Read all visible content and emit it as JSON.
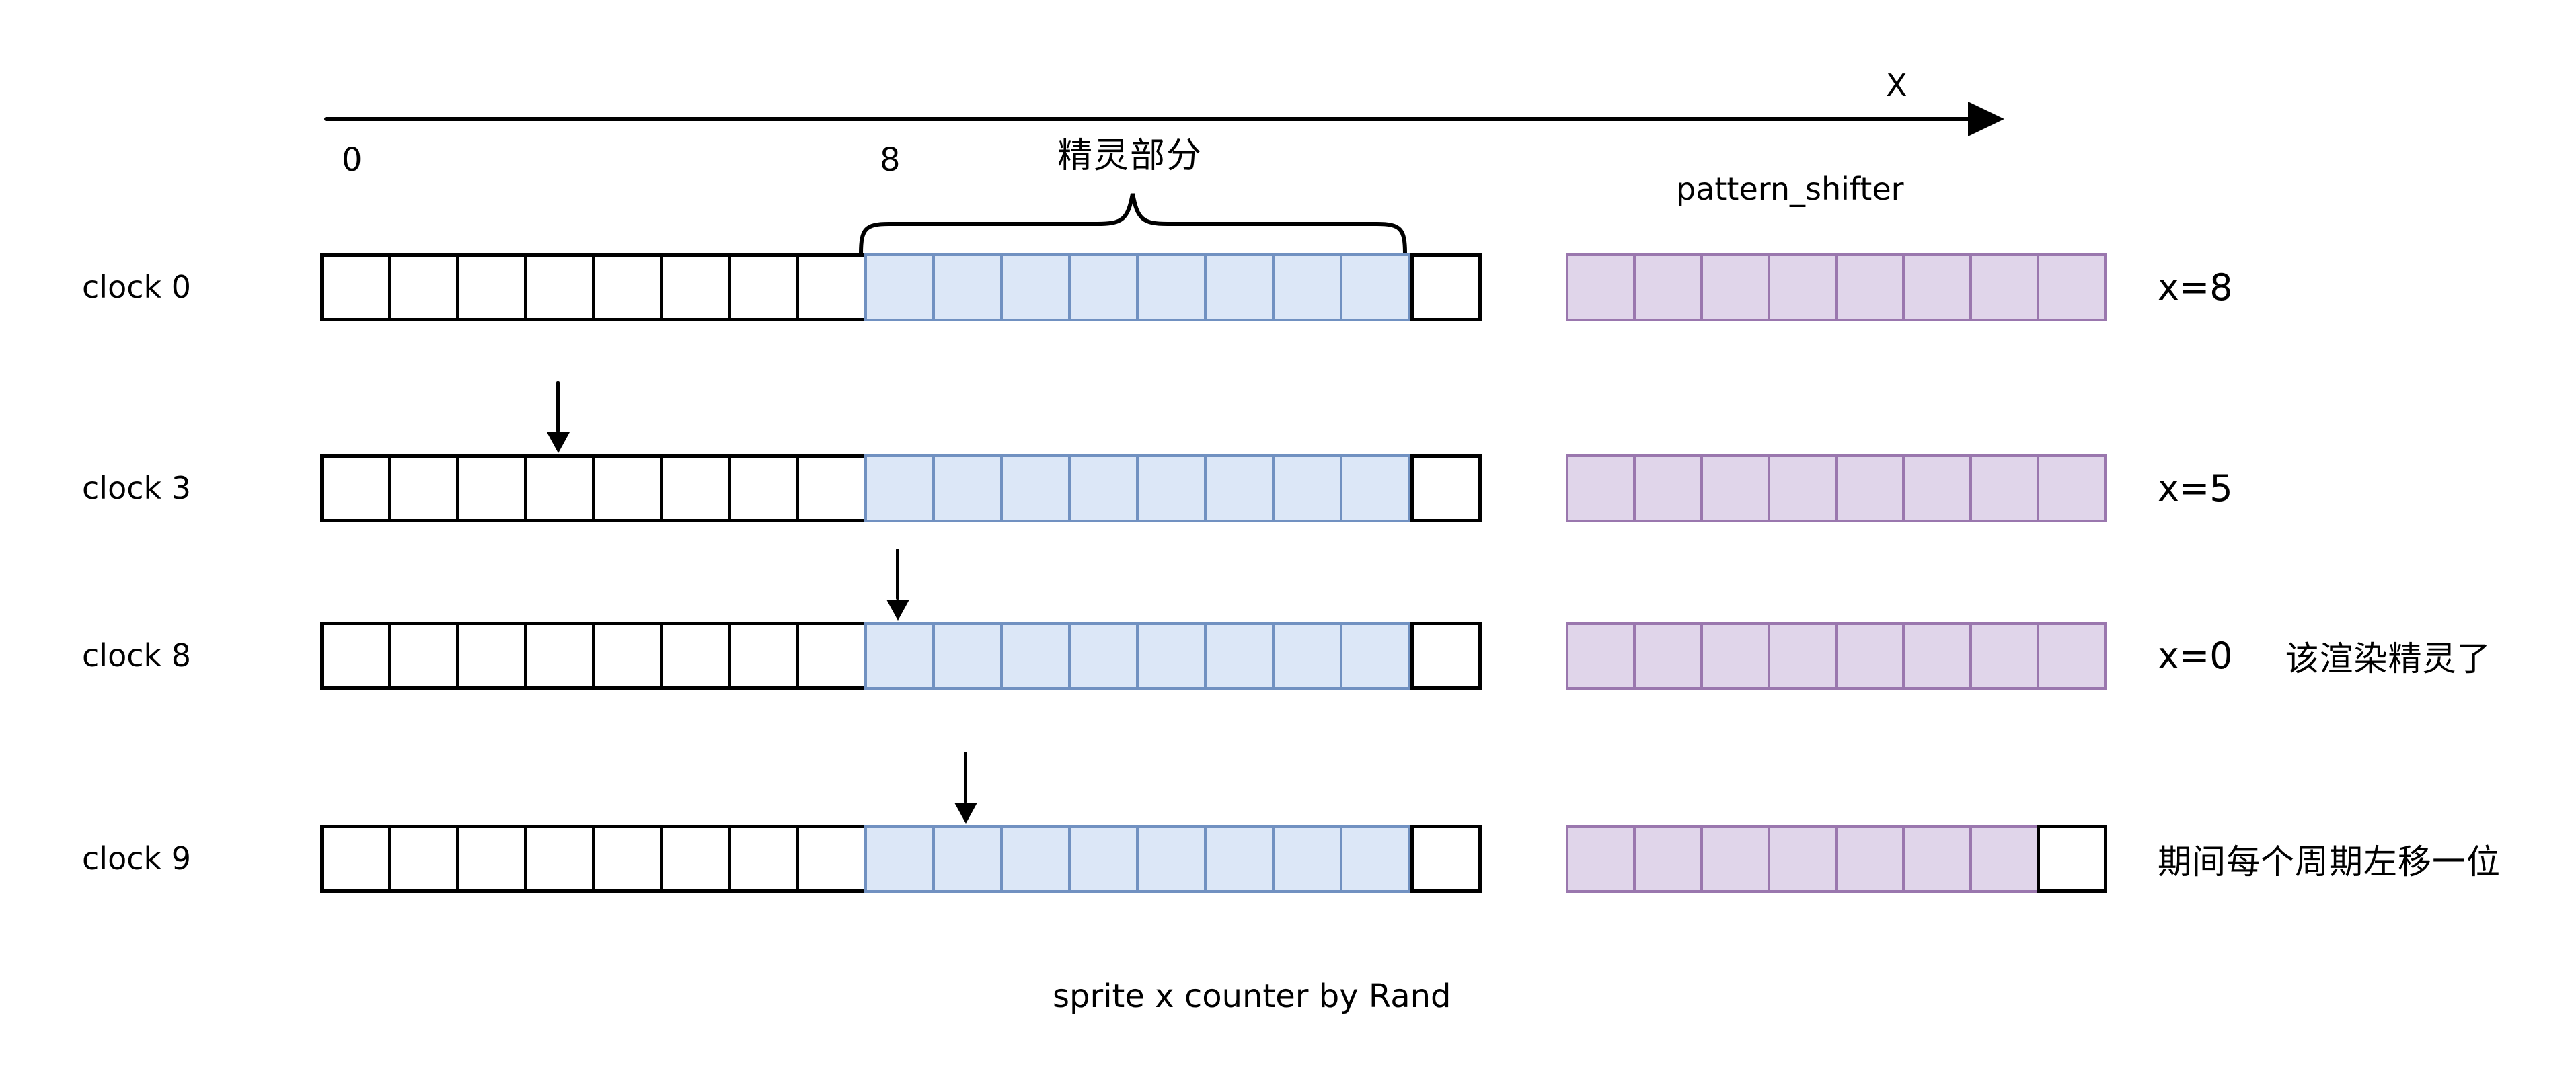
{
  "axis": {
    "label": "X",
    "tick_start": "0",
    "tick_sprite_start": "8"
  },
  "sprite_section_label": "精灵部分",
  "shifter_title": "pattern_shifter",
  "caption": "sprite x counter by Rand",
  "counter": {
    "total_cells": 17,
    "sprite_start_cell": 8,
    "sprite_cell_count": 8,
    "trailing_white_cells": 1
  },
  "shifter_cell_count": 8,
  "rows": [
    {
      "label": "clock 0",
      "arrow_cell": null,
      "shifter_filled_cells": 8,
      "annotation": "x=8",
      "note": ""
    },
    {
      "label": "clock 3",
      "arrow_cell": 3,
      "shifter_filled_cells": 8,
      "annotation": "x=5",
      "note": ""
    },
    {
      "label": "clock 8",
      "arrow_cell": 8,
      "shifter_filled_cells": 8,
      "annotation": "x=0",
      "note": "该渲染精灵了"
    },
    {
      "label": "clock 9",
      "arrow_cell": 9,
      "shifter_filled_cells": 7,
      "annotation": "",
      "note": "期间每个周期左移一位"
    }
  ],
  "colors": {
    "background": "#ffffff",
    "ink": "#000000",
    "sprite_fill": "#dce7f7",
    "sprite_border": "#7191c1",
    "shifter_fill": "#e0d5ea",
    "shifter_border": "#9a77ae"
  }
}
